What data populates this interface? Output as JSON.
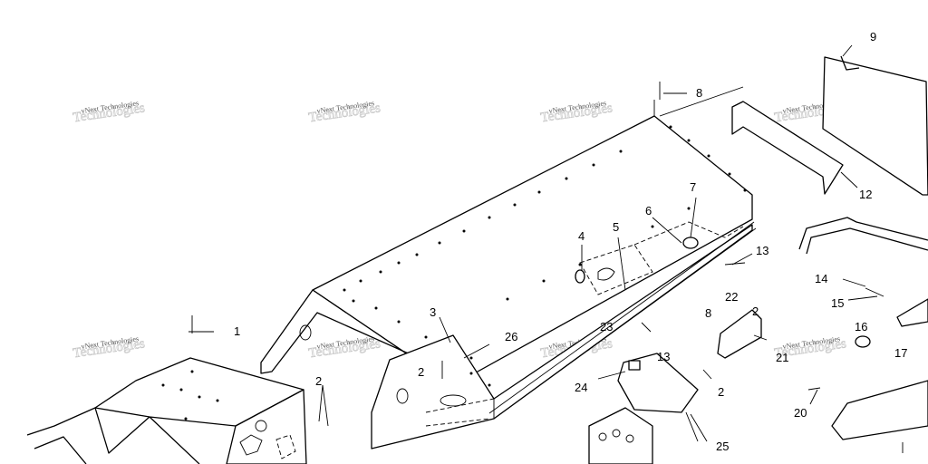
{
  "callouts": {
    "c1": "1",
    "c2a": "2",
    "c2b": "2",
    "c2c": "2",
    "c2d": "2",
    "c3": "3",
    "c4": "4",
    "c5": "5",
    "c6": "6",
    "c7": "7",
    "c8a": "8",
    "c8b": "8",
    "c9": "9",
    "c12": "12",
    "c13a": "13",
    "c13b": "13",
    "c14": "14",
    "c15": "15",
    "c16": "16",
    "c17": "17",
    "c20": "20",
    "c21": "21",
    "c22": "22",
    "c23": "23",
    "c24": "24",
    "c25": "25",
    "c26": "26"
  },
  "watermark": {
    "text": "vNext Technologies",
    "ghost": "Technologies"
  },
  "colors": {
    "line": "#000000",
    "background": "#ffffff",
    "watermark": "#555555"
  }
}
